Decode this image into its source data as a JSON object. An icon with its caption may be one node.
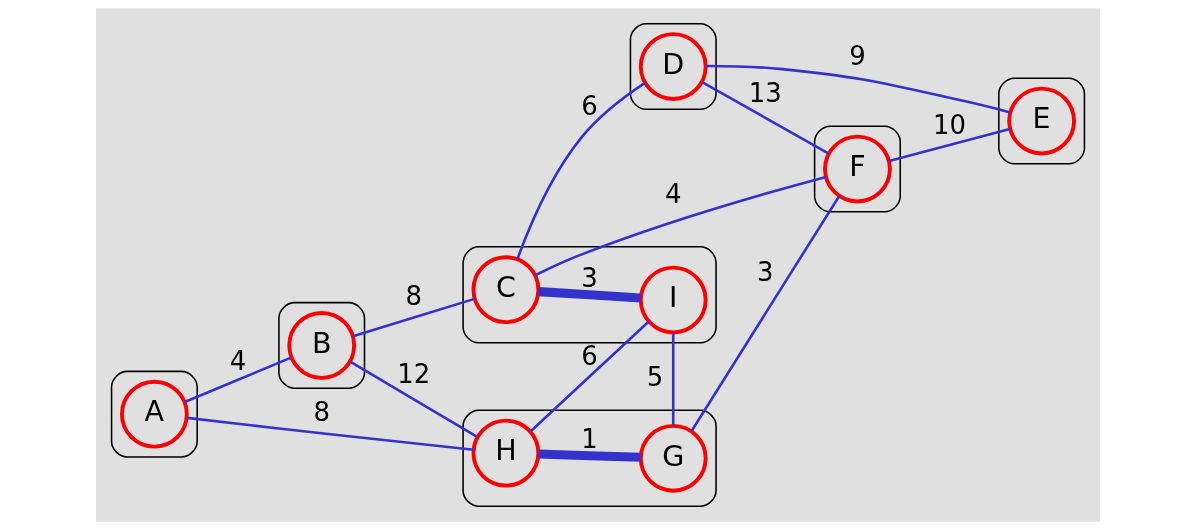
{
  "diagram": {
    "nodes": [
      {
        "text": [],
        "shape": "cloud"
      },
      {
        "text": [
          "A"
        ],
        "in": 0
      },
      {
        "text": [],
        "shape": "cloud"
      },
      {
        "text": [
          "B"
        ],
        "in": 2
      },
      {
        "text": [],
        "shape": "cloud"
      },
      {
        "text": [
          "C"
        ],
        "in": 4
      },
      {
        "text": [
          "I"
        ],
        "in": 4
      },
      {
        "text": [],
        "shape": "cloud"
      },
      {
        "text": [
          "D"
        ],
        "in": 7
      },
      {
        "text": [],
        "shape": "cloud"
      },
      {
        "text": [
          "H"
        ],
        "in": 9
      },
      {
        "text": [
          "G"
        ],
        "in": 9
      },
      {
        "text": [],
        "shape": "cloud"
      },
      {
        "text": [
          "F"
        ],
        "in": 12
      },
      {
        "text": [],
        "shape": "cloud"
      },
      {
        "text": [
          "E"
        ],
        "in": 14
      }
    ],
    "edges": [
      {
        "from": 1,
        "to": 3,
        "arrow": "none",
        "label": "4"
      },
      {
        "from": 1,
        "to": 10,
        "arrow": "none",
        "label": "8"
      },
      {
        "from": 3,
        "to": 5,
        "arrow": "none",
        "label": "8"
      },
      {
        "from": 3,
        "to": 10,
        "arrow": "none",
        "label": "12"
      },
      {
        "from": 5,
        "to": 8,
        "arrow": "none",
        "label": "6"
      },
      {
        "from": 5,
        "to": 6,
        "arrow": "none",
        "label": "3",
        "style": "thick"
      },
      {
        "from": 5,
        "to": 13,
        "arrow": "none",
        "label": "4"
      },
      {
        "from": 8,
        "to": 13,
        "arrow": "none",
        "label": "13"
      },
      {
        "from": 8,
        "to": 15,
        "arrow": "none",
        "label": "9"
      },
      {
        "from": 10,
        "to": 6,
        "arrow": "none",
        "label": "6"
      },
      {
        "from": 6,
        "to": 11,
        "arrow": "none",
        "label": "5"
      },
      {
        "from": 10,
        "to": 11,
        "arrow": "none",
        "label": "1",
        "style": "thick"
      },
      {
        "from": 11,
        "to": 13,
        "arrow": "none",
        "label": "3"
      },
      {
        "from": 13,
        "to": 15,
        "arrow": "none",
        "label": "10"
      }
    ]
  }
}
